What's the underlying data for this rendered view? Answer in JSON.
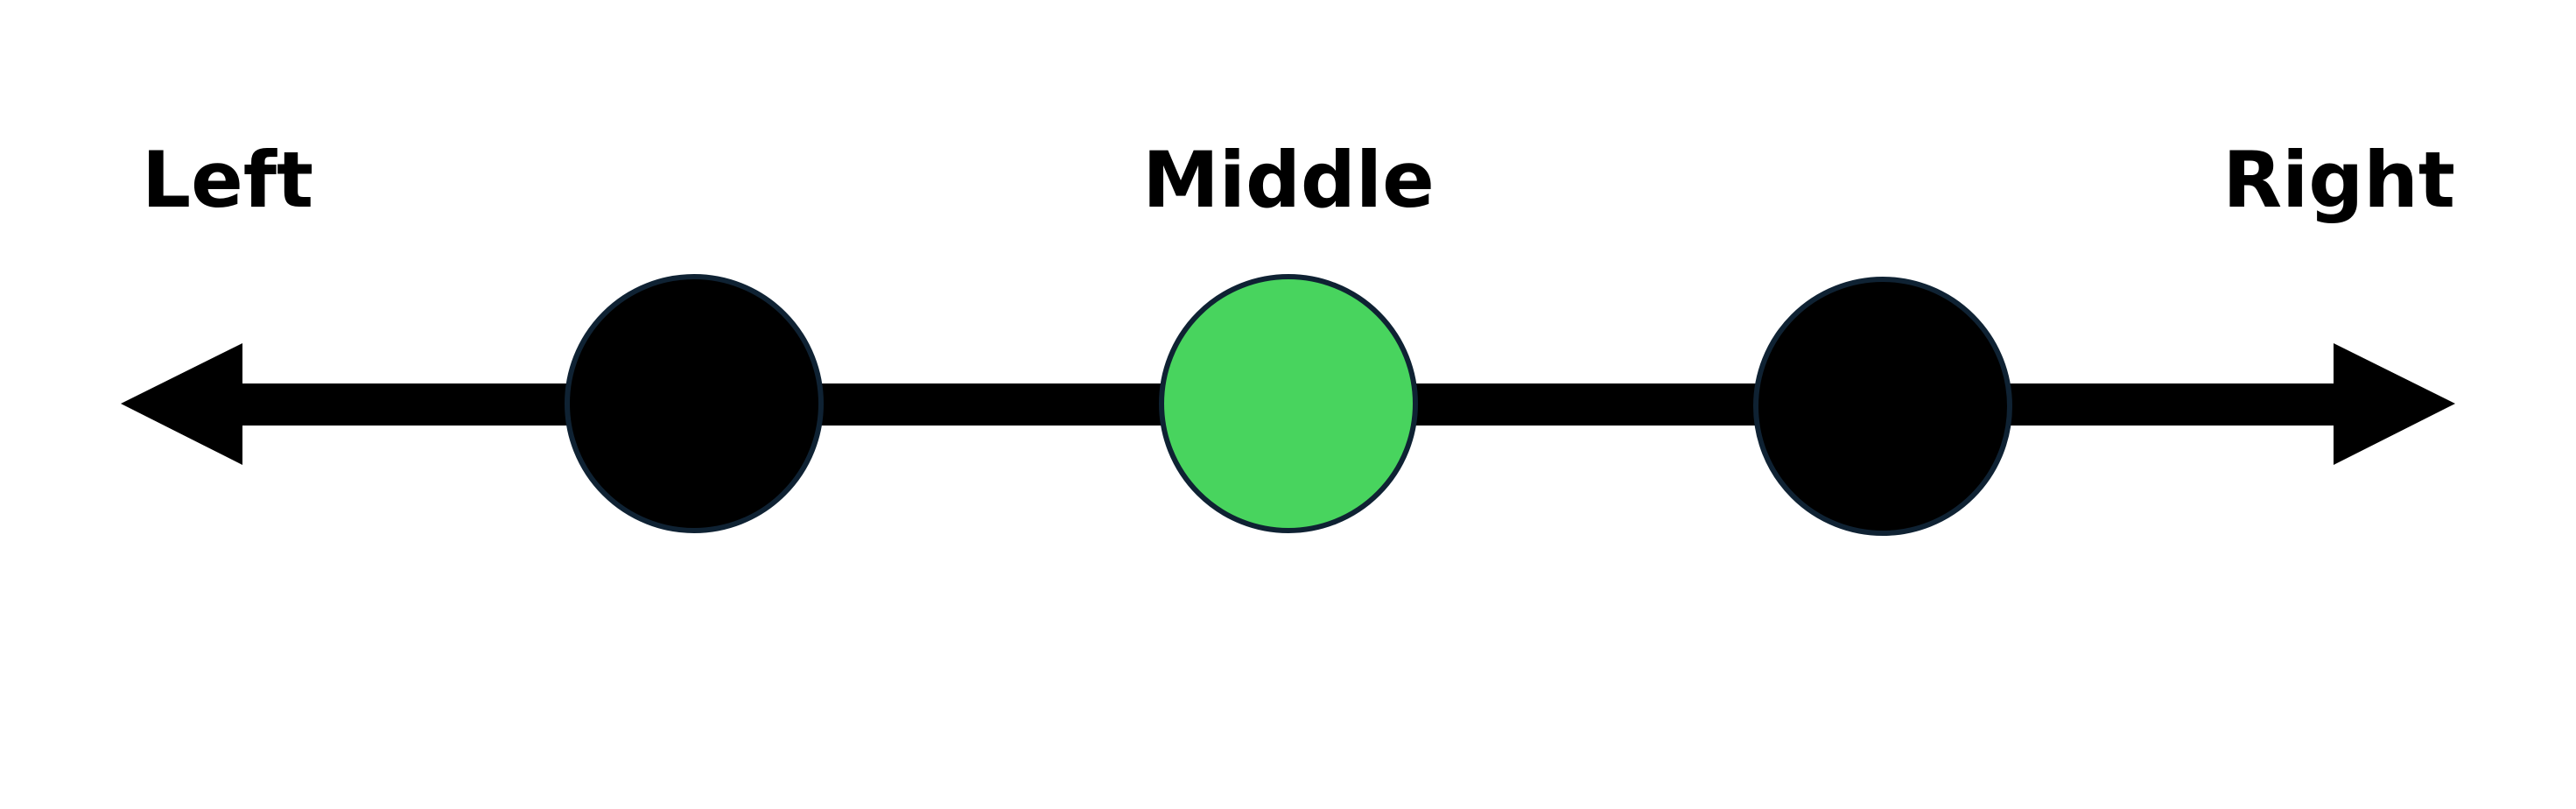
{
  "labels": {
    "left": "Left",
    "middle": "Middle",
    "right": "Right"
  },
  "nodes": [
    {
      "id": "left-node",
      "state": "inactive",
      "color": "#000000"
    },
    {
      "id": "middle-node",
      "state": "active",
      "color": "#48D45E"
    },
    {
      "id": "right-node",
      "state": "inactive",
      "color": "#000000"
    }
  ],
  "colors": {
    "line": "#000000",
    "node_stroke": "#0F2233",
    "label": "#000000",
    "background": "#FFFFFF"
  }
}
